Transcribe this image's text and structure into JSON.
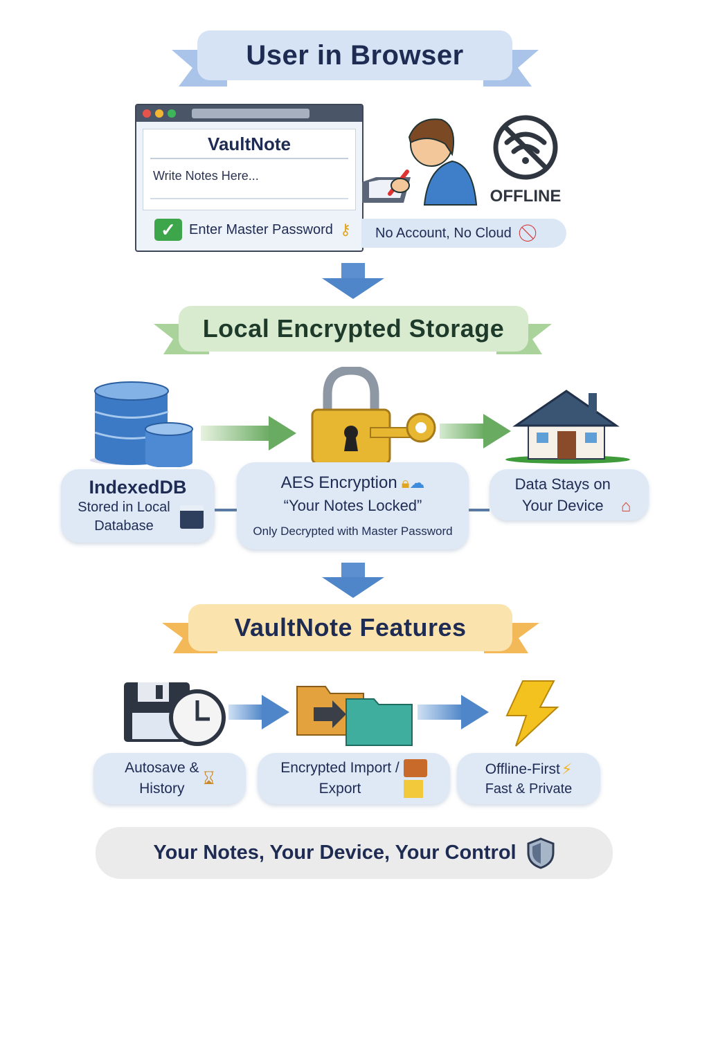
{
  "sections": {
    "browser": {
      "title": "User in Browser",
      "color": "#d5e3f4"
    },
    "storage": {
      "title": "Local Encrypted Storage",
      "color": "#d9ebcf"
    },
    "features": {
      "title": "VaultNote Features",
      "color": "#fbe3ad"
    }
  },
  "browser_window": {
    "app_name": "VaultNote",
    "note_placeholder": "Write Notes Here...",
    "password_prompt": "Enter Master Password"
  },
  "offline": {
    "label": "OFFLINE",
    "pill": "No Account, No Cloud"
  },
  "storage_items": [
    {
      "title": "IndexedDB",
      "text": "Stored in Local Database"
    },
    {
      "title": "AES Encryption",
      "quote": "“Your Notes Locked”",
      "sub": "Only Decrypted with Master Password"
    },
    {
      "title": "Data Stays on Your Device"
    }
  ],
  "features": [
    {
      "line1": "Autosave &",
      "line2": "History"
    },
    {
      "line1": "Encrypted Import /",
      "line2": "Export"
    },
    {
      "line1": "Offline-First",
      "line2": "Fast & Private"
    }
  ],
  "footer": {
    "text": "Your Notes, Your Device, Your Control"
  }
}
